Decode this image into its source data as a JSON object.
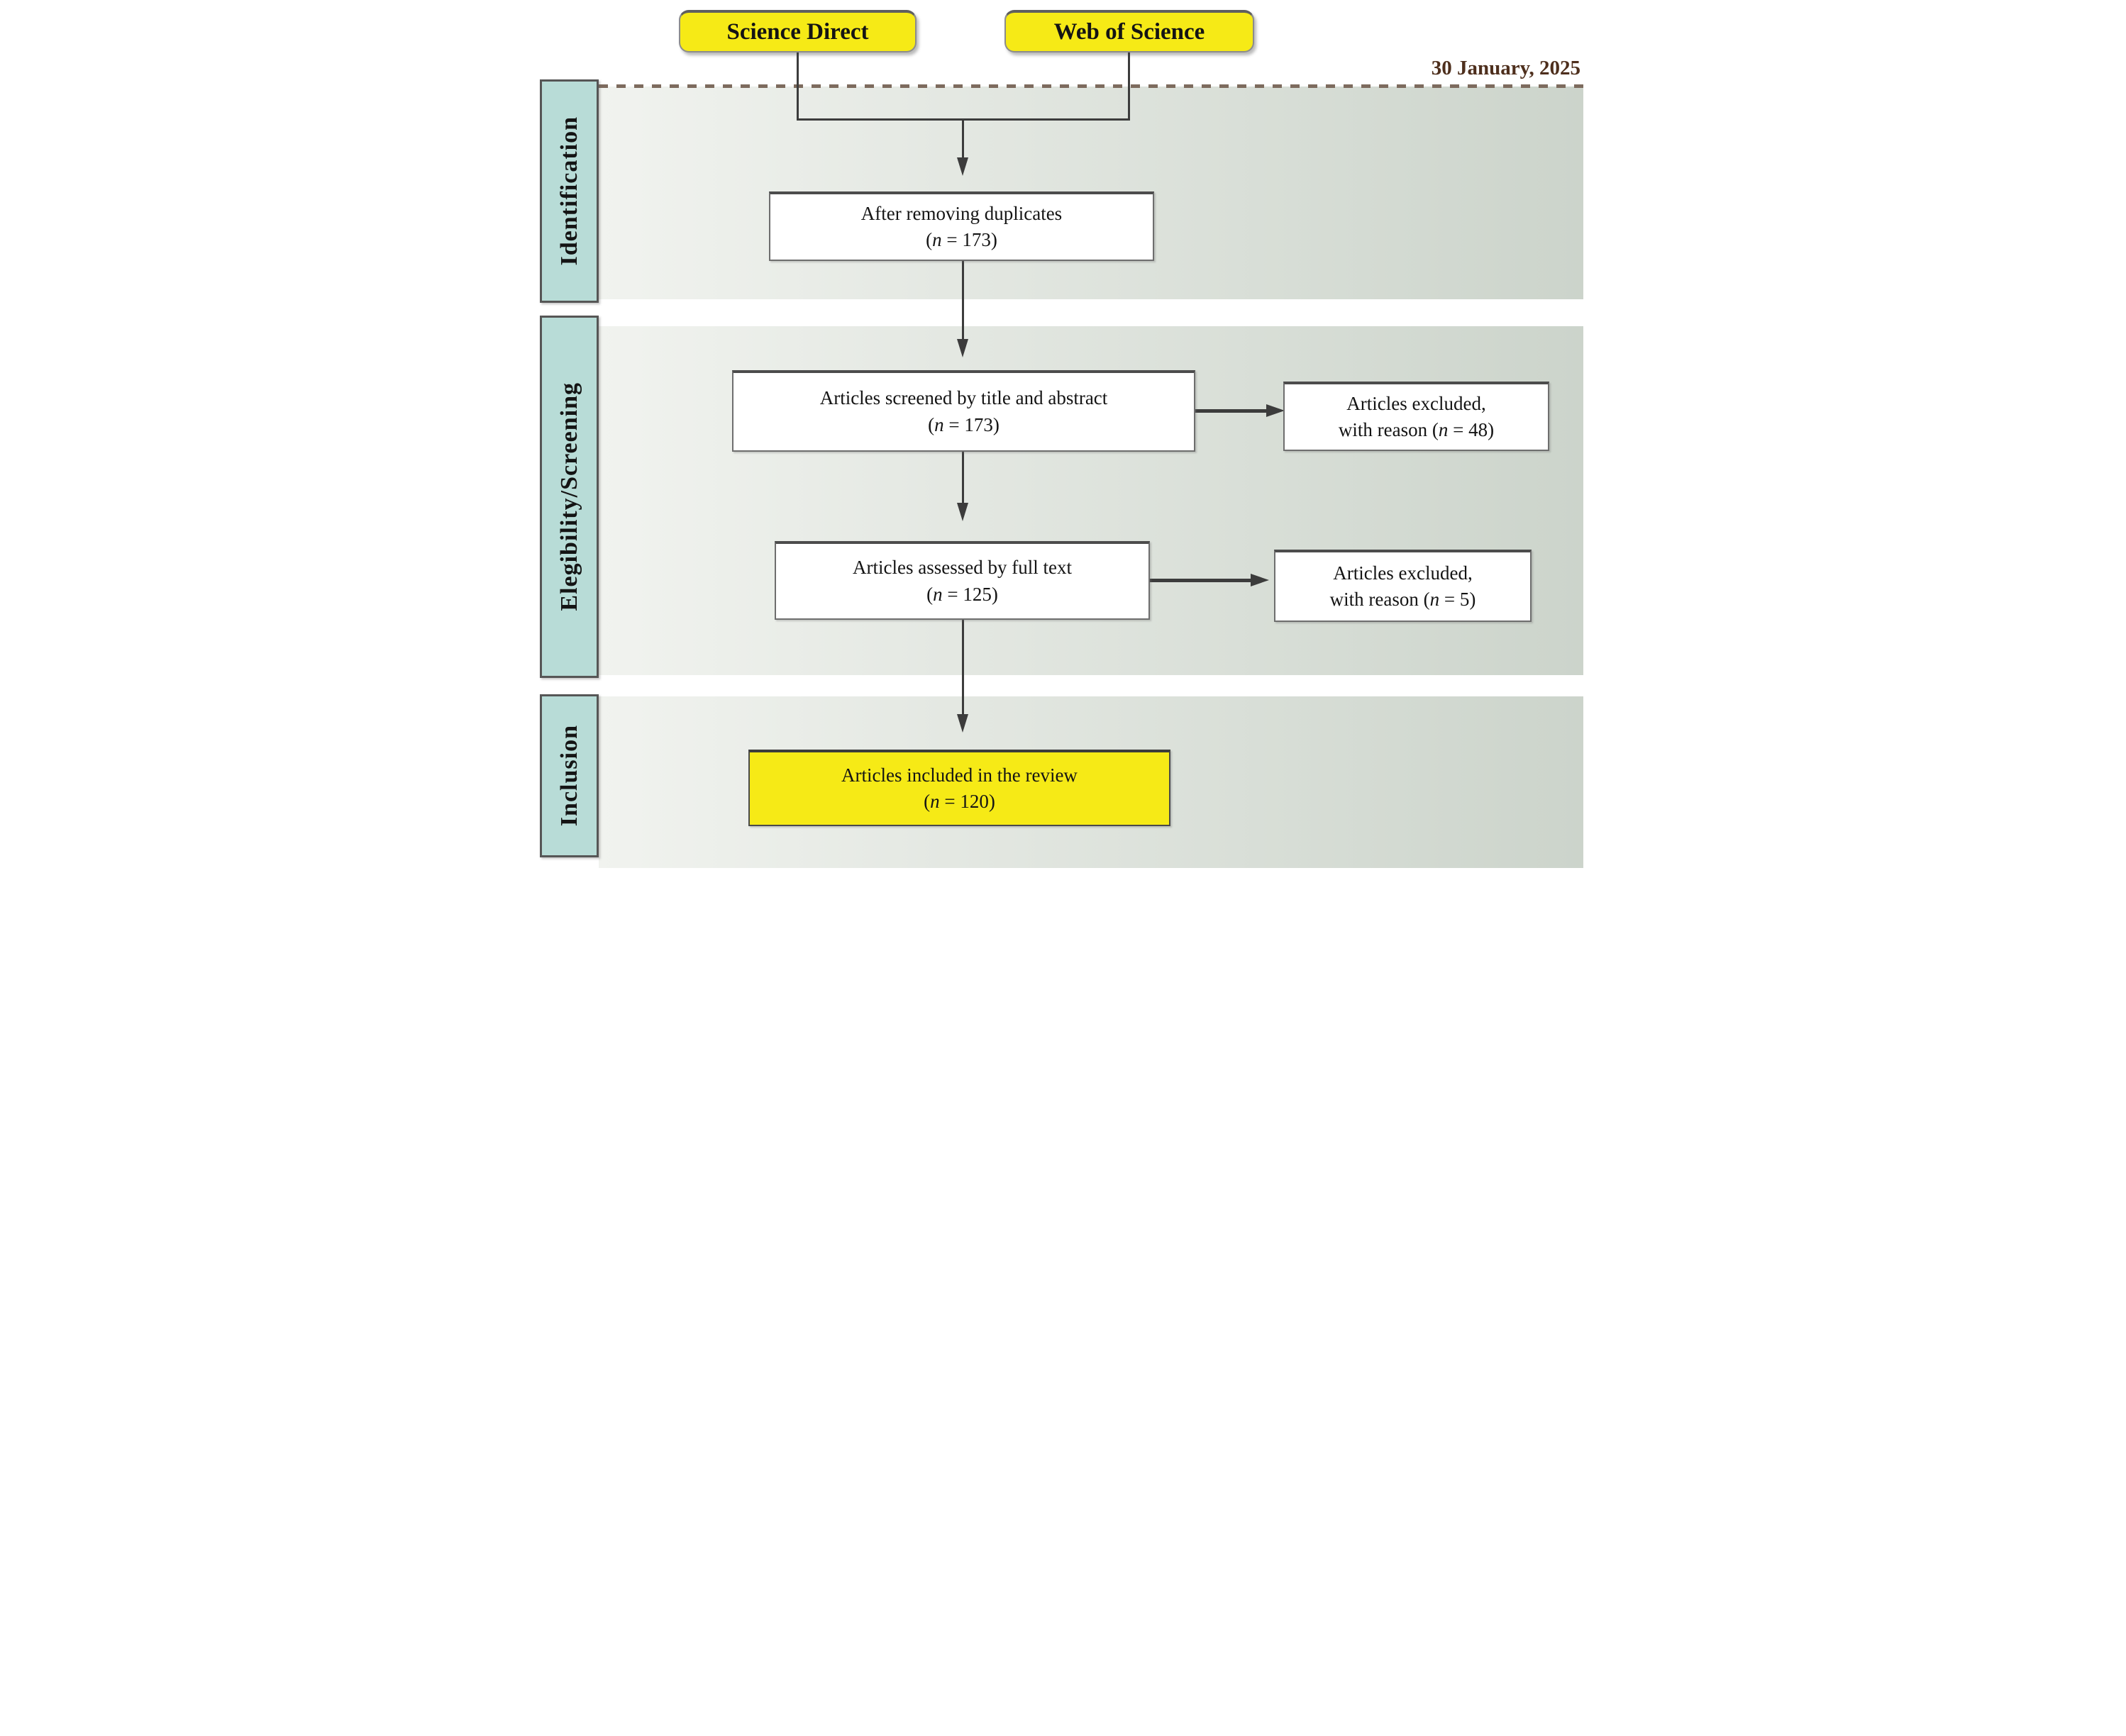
{
  "meta": {
    "date": "30 January, 2025"
  },
  "sources": [
    "Science Direct",
    "Web of Science"
  ],
  "stages": [
    "Identification",
    "Elegibility/Screening",
    "Inclusion"
  ],
  "symbols": {
    "open_paren": "(",
    "n_italic": "n",
    "equals": " = ",
    "close_paren": ")"
  },
  "flow": {
    "dedup": {
      "line1": "After removing duplicates",
      "n": "173"
    },
    "screened": {
      "line1": "Articles screened by title and abstract",
      "n": "173"
    },
    "screened_excluded": {
      "line1": "Articles excluded,",
      "line2_prefix": "with reason ",
      "n": "48"
    },
    "fulltext": {
      "line1": "Articles assessed by full text",
      "n": "125"
    },
    "fulltext_excluded": {
      "line1": "Articles excluded,",
      "line2_prefix": "with reason ",
      "n": "5"
    },
    "included": {
      "line1": "Articles included in the review",
      "n": "120"
    }
  },
  "colors": {
    "yellow": "#f6ea16",
    "teal": "#b8dcd7",
    "band_left": "#f1f3ef",
    "band_right": "#ccd4cb",
    "dash_brown": "#7d6b5e",
    "date_brown": "#4e2f1d",
    "arrow": "#3c3c3c"
  }
}
